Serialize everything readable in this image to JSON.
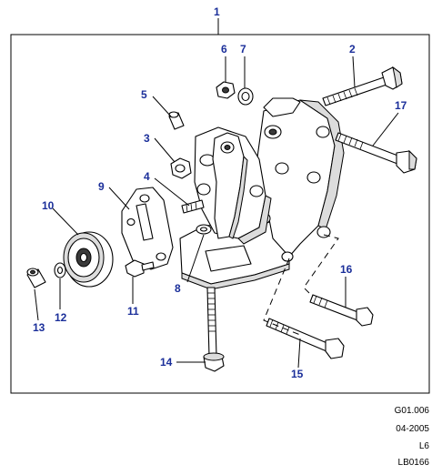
{
  "diagram": {
    "callouts": [
      "1",
      "2",
      "3",
      "4",
      "5",
      "6",
      "7",
      "8",
      "9",
      "10",
      "11",
      "12",
      "13",
      "14",
      "15",
      "16",
      "17"
    ]
  },
  "footer": {
    "lines": [
      "G01.006",
      "04-2005",
      "L6",
      "LB0166"
    ]
  }
}
